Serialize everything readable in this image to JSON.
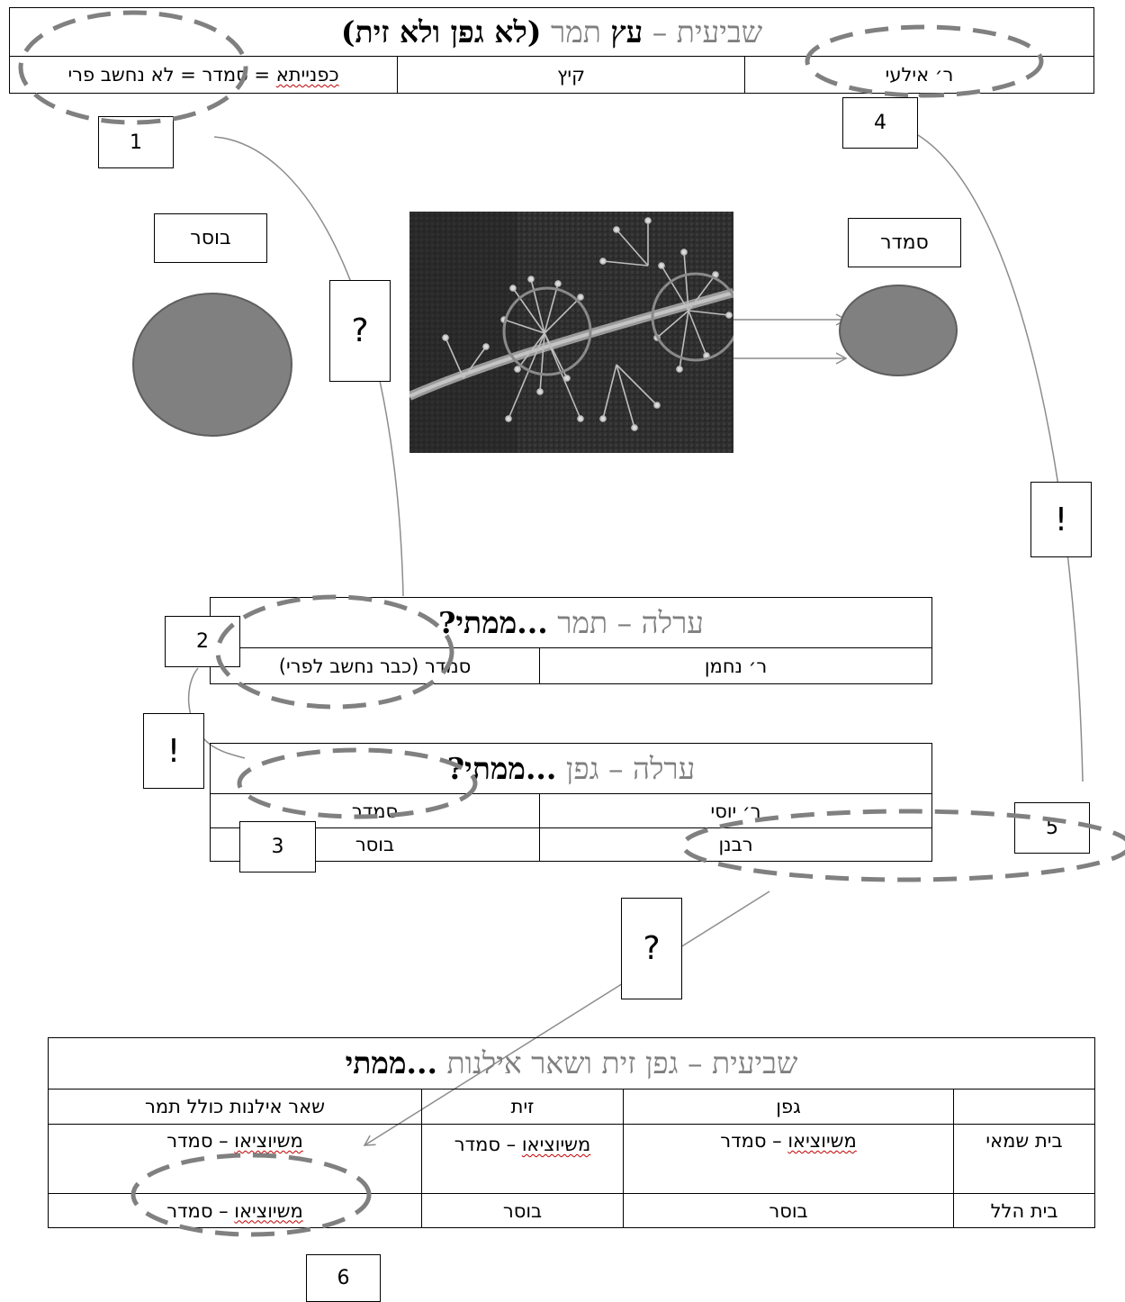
{
  "table_shviit_tamar": {
    "title_gray": "שביעית – ",
    "title_bold": "עץ",
    "title_gray2": " תמר ",
    "title_paren": "(לא גפן ולא זית)",
    "col1": "ר׳ אילעי",
    "col2": "קיץ",
    "col3_a": "כפנייתא",
    "col3_b": " = סמדר = לא נחשב פרי"
  },
  "table_orla_tamar": {
    "title_gray": "ערלה – תמר ",
    "title_bold": "...ממתי?",
    "col1": "ר׳ נחמן",
    "col2": "סמדר (כבר נחשב לפרי)"
  },
  "table_orla_gefen": {
    "title_gray": "ערלה – גפן ",
    "title_bold": "...ממתי?",
    "row1_col1": "ר׳ יוסי",
    "row1_col2": "סמדר",
    "row2_col1": "רבנן",
    "row2_col2": "בוסר"
  },
  "table_shviit_all": {
    "title_gray": "שביעית – גפן זית ושאר אילנות ",
    "title_bold": "...ממתי",
    "headers": [
      "",
      "גפן",
      "זית",
      "שאר אילנות כולל תמר"
    ],
    "rows": [
      {
        "name": "בית שמאי",
        "gefen_a": "משיוציאו",
        "gefen_b": " – סמדר",
        "zayit_a": "משיוציאו",
        "zayit_b": " – סמדר",
        "other_a": "משיוציאו",
        "other_b": " – סמדר"
      },
      {
        "name": "בית הלל",
        "gefen": "בוסר",
        "zayit": "בוסר",
        "other_a": "משיוציאו",
        "other_b": " – סמדר"
      }
    ]
  },
  "labels": {
    "boser": "בוסר",
    "smadar": "סמדר",
    "num1": "1",
    "num2": "2",
    "num3": "3",
    "num4": "4",
    "num5": "5",
    "num6": "6",
    "q1": "?",
    "q2": "?",
    "ex1": "!",
    "ex2": "!"
  },
  "colors": {
    "gray_text": "#7f7f7f",
    "ellipse_fill": "#808080",
    "dash_stroke": "#808080",
    "wavy_underline": "#c00000"
  }
}
